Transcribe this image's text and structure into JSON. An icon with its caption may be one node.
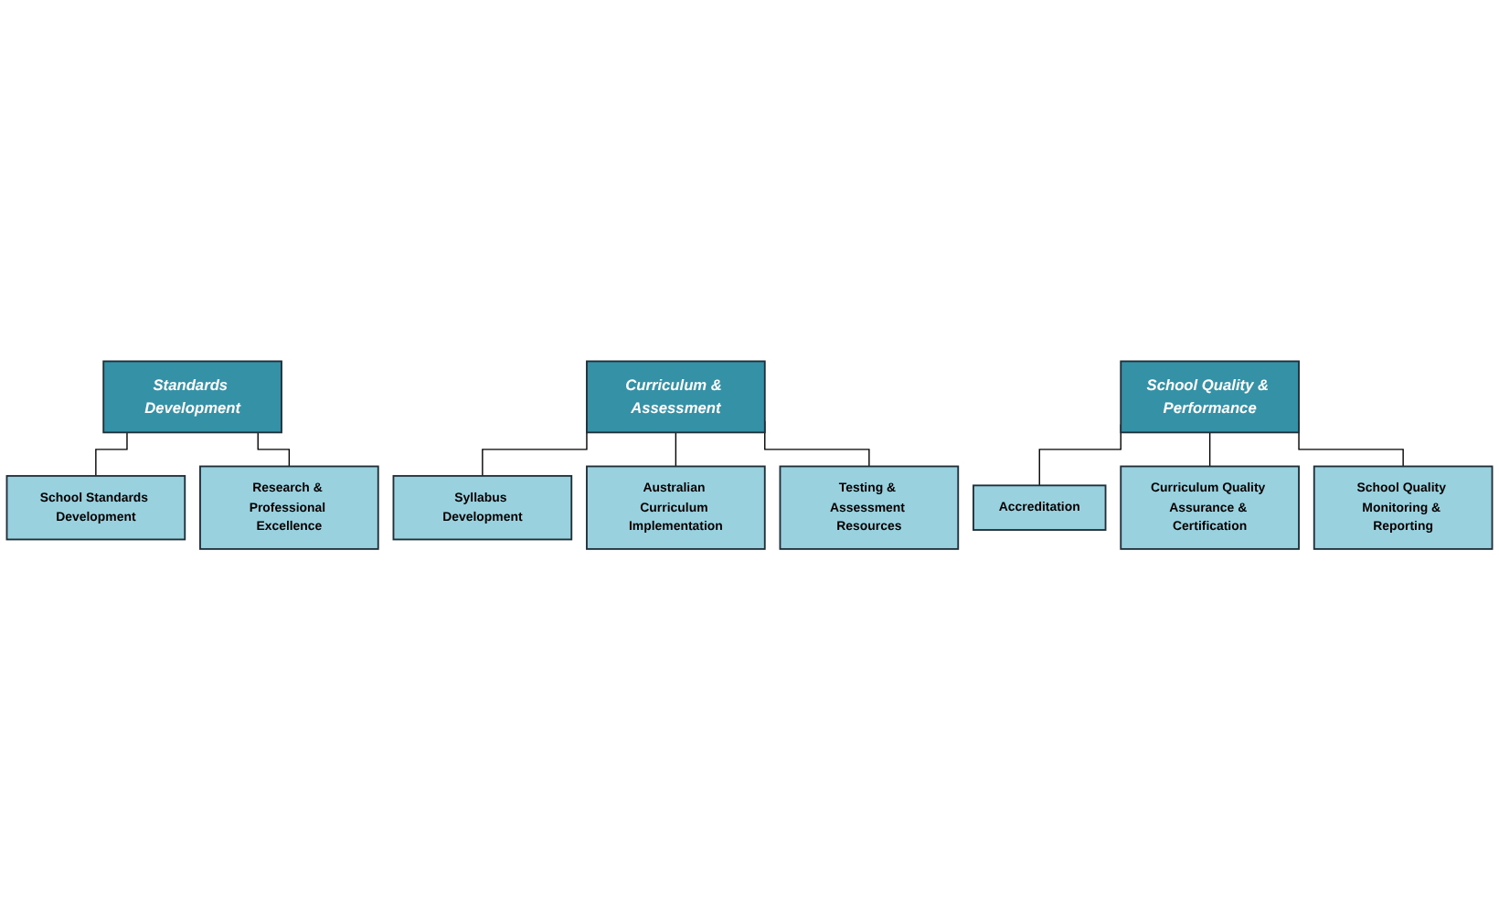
{
  "diagram": {
    "nodes": [
      {
        "text": [
          "Standards Development"
        ]
      },
      {
        "text": [
          "School Standards Development"
        ]
      },
      {
        "text": [
          "Research & Professional Excellence"
        ]
      },
      {
        "text": [
          "Curriculum & Assessment"
        ]
      },
      {
        "text": [
          "Syllabus Development"
        ]
      },
      {
        "text": [
          "Australian Curriculum Implementation"
        ]
      },
      {
        "text": [
          "Testing & Assessment Resources"
        ]
      },
      {
        "text": [
          "School Quality & Performance"
        ]
      },
      {
        "text": [
          "Accreditation"
        ]
      },
      {
        "text": [
          "Curriculum Quality Assurance & Certification"
        ]
      },
      {
        "text": [
          "School Quality Monitoring & Reporting"
        ]
      }
    ],
    "edges": [
      {
        "from": 0,
        "to": 1,
        "arrow": "none"
      },
      {
        "from": 0,
        "to": 2,
        "arrow": "none"
      },
      {
        "from": 3,
        "to": 4,
        "arrow": "none"
      },
      {
        "from": 3,
        "to": 5,
        "arrow": "none"
      },
      {
        "from": 3,
        "to": 6,
        "arrow": "none"
      },
      {
        "from": 7,
        "to": 8,
        "arrow": "none"
      },
      {
        "from": 7,
        "to": 9,
        "arrow": "none"
      },
      {
        "from": 7,
        "to": 10,
        "arrow": "none"
      }
    ]
  }
}
